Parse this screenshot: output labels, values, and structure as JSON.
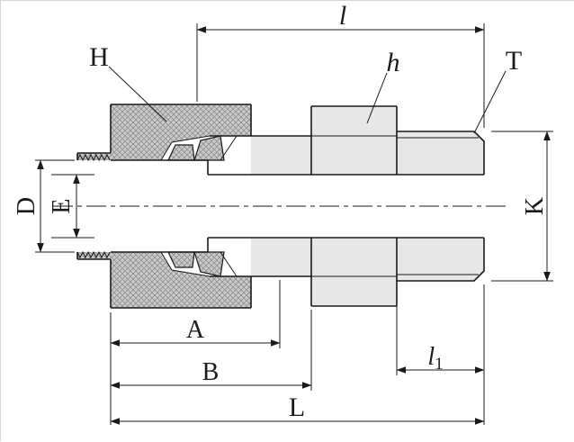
{
  "drawing": {
    "labels": {
      "nut": "H",
      "hex": "h",
      "thread": "T",
      "length_l": "l",
      "dia_d": "D",
      "dia_e": "E",
      "height_k": "K",
      "len_a": "A",
      "len_b": "B",
      "len_l1_main": "l",
      "len_l1_sub": "1",
      "len_overall": "L"
    },
    "colors": {
      "line": "#1a1a1a",
      "nut_fill": "#cbcbcb",
      "body_fill": "#e7e7e7",
      "white": "#ffffff",
      "background": "#ffffff"
    }
  }
}
